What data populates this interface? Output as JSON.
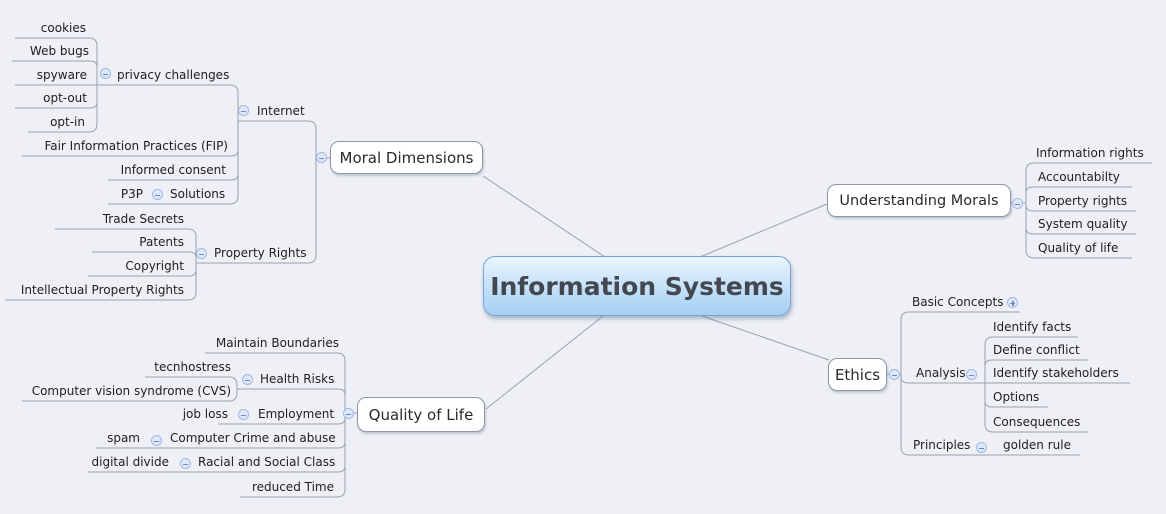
{
  "root": {
    "label": "Information Systems"
  },
  "branches": {
    "moral_dimensions": {
      "label": "Moral Dimensions",
      "children": {
        "internet": {
          "label": "Internet",
          "children": {
            "privacy_challenges": {
              "label": "privacy challenges",
              "children": {
                "cookies": {
                  "label": "cookies"
                },
                "web_bugs": {
                  "label": "Web bugs"
                },
                "spyware": {
                  "label": "spyware"
                },
                "opt_out": {
                  "label": "opt-out"
                },
                "opt_in": {
                  "label": "opt-in"
                }
              }
            },
            "fip": {
              "label": "Fair Information Practices (FIP)"
            },
            "informed_consent": {
              "label": "Informed consent"
            },
            "solutions": {
              "label": "Solutions",
              "children": {
                "p3p": {
                  "label": "P3P"
                }
              }
            }
          }
        },
        "property_rights": {
          "label": "Property Rights",
          "children": {
            "trade_secrets": {
              "label": "Trade Secrets"
            },
            "patents": {
              "label": "Patents"
            },
            "copyright": {
              "label": "Copyright"
            },
            "ipr": {
              "label": "Intellectual Property Rights"
            }
          }
        }
      }
    },
    "understanding_morals": {
      "label": "Understanding Morals",
      "children": {
        "information_rights": {
          "label": "Information rights"
        },
        "accountability": {
          "label": "Accountabilty"
        },
        "property_rights": {
          "label": "Property rights"
        },
        "system_quality": {
          "label": "System quality"
        },
        "quality_of_life": {
          "label": "Quality of life"
        }
      }
    },
    "ethics": {
      "label": "Ethics",
      "children": {
        "basic_concepts": {
          "label": "Basic Concepts",
          "collapsed": true
        },
        "analysis": {
          "label": "Analysis",
          "children": {
            "identify_facts": {
              "label": "Identify facts"
            },
            "define_conflict": {
              "label": "Define conflict"
            },
            "identify_stakeholders": {
              "label": "Identify stakeholders"
            },
            "options": {
              "label": "Options"
            },
            "consequences": {
              "label": "Consequences"
            }
          }
        },
        "principles": {
          "label": "Principles",
          "children": {
            "golden_rule": {
              "label": "golden rule"
            }
          }
        }
      }
    },
    "quality_of_life": {
      "label": "Quality of Life",
      "children": {
        "maintain_boundaries": {
          "label": "Maintain Boundaries"
        },
        "health_risks": {
          "label": "Health Risks",
          "children": {
            "tecnhostress": {
              "label": "tecnhostress"
            },
            "cvs": {
              "label": "Computer vision syndrome (CVS)"
            }
          }
        },
        "employment": {
          "label": "Employment",
          "children": {
            "job_loss": {
              "label": "job loss"
            }
          }
        },
        "computer_crime": {
          "label": "Computer Crime and abuse",
          "children": {
            "spam": {
              "label": "spam"
            }
          }
        },
        "racial_social": {
          "label": "Racial and Social Class",
          "children": {
            "digital_divide": {
              "label": "digital divide"
            }
          }
        },
        "reduced_time": {
          "label": "reduced Time"
        }
      }
    }
  }
}
